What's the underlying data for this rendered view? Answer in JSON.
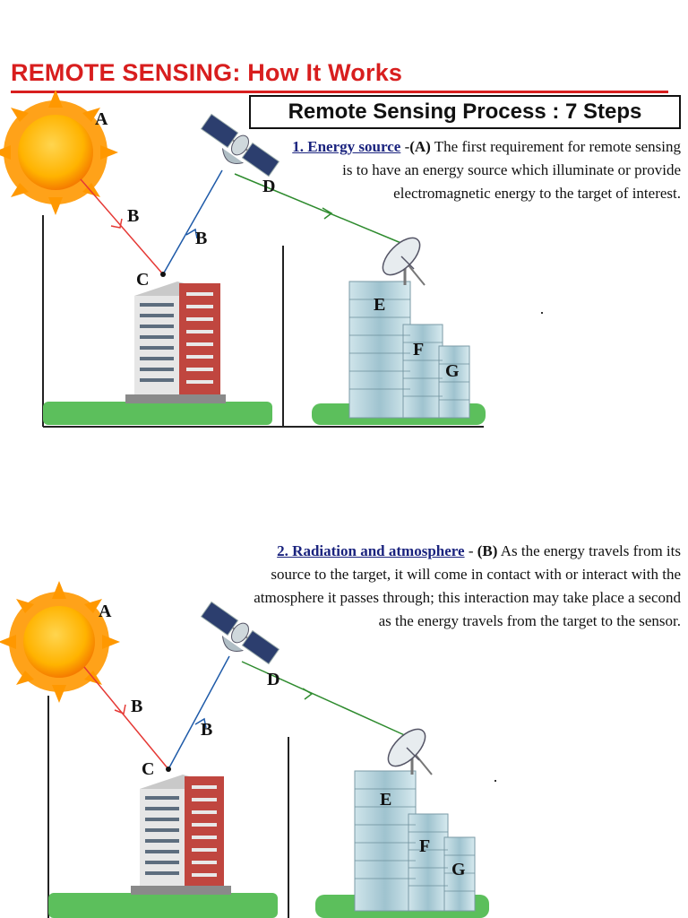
{
  "header": {
    "title": "REMOTE SENSING: How It Works",
    "process_box": "Remote Sensing Process : 7 Steps"
  },
  "steps": [
    {
      "heading": "1. Energy source",
      "separator": " -",
      "tag": "(A)",
      "text": " The first requirement for remote sensing is to have an energy source which illuminate or provide electromagnetic energy to the target of interest."
    },
    {
      "heading": "2. Radiation and atmosphere",
      "separator": " - ",
      "tag": "(B)",
      "text": " As the energy travels from its source to the target, it will come in contact with or interact with the atmosphere it passes through; this interaction may take place a second as the energy travels from the target to the sensor."
    }
  ],
  "diagram_labels": {
    "sun": "A",
    "incident_ray": "B",
    "reflected_ray": "B",
    "target": "C",
    "sensor": "D",
    "station": "E",
    "processing": "F",
    "application": "G"
  },
  "colors": {
    "title": "#d81e1e",
    "heading": "#1a237e",
    "incident_ray": "#e53935",
    "reflected_ray": "#1e5aa8",
    "downlink": "#2e8b2e",
    "ground": "#5cbf5c"
  },
  "icons": [
    "sun-icon",
    "satellite-icon",
    "satellite-dish-icon",
    "apartment-building-icon",
    "office-buildings-icon"
  ]
}
